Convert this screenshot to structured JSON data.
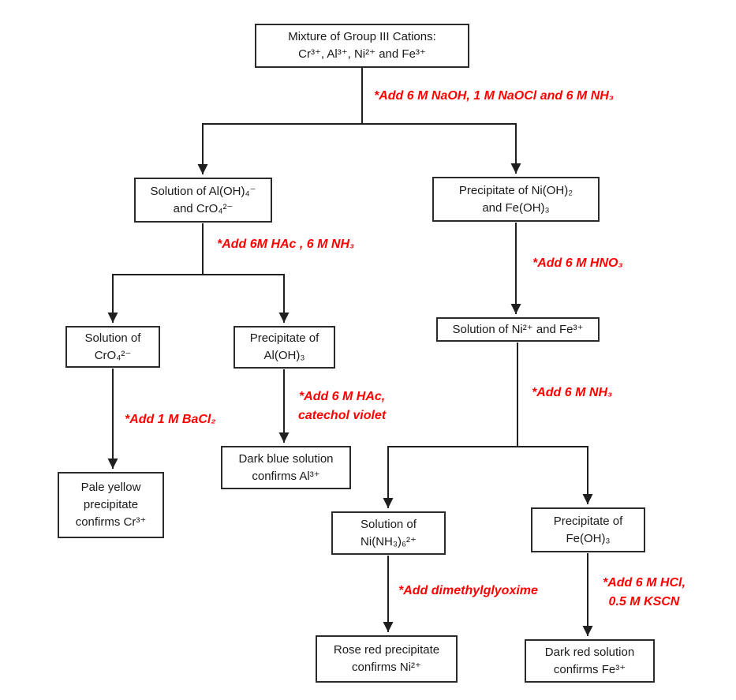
{
  "colors": {
    "box_border": "#2b2b2b",
    "box_text": "#1a1a1a",
    "arrow_line": "#1f1f1f",
    "reagent_text": "#ff0000",
    "background": "#ffffff"
  },
  "nodes": [
    {
      "id": "mixture",
      "text": "Mixture of Group III Cations:\nCr³⁺, Al³⁺, Ni²⁺ and Fe³⁺"
    },
    {
      "id": "sol-al-cro",
      "text": "Solution of Al(OH)₄⁻\nand CrO₄²⁻"
    },
    {
      "id": "ppt-ni-fe",
      "text": "Precipitate of Ni(OH)₂\nand Fe(OH)₃"
    },
    {
      "id": "sol-cro",
      "text": "Solution of\nCrO₄²⁻"
    },
    {
      "id": "ppt-al",
      "text": "Precipitate of\nAl(OH)₃"
    },
    {
      "id": "sol-ni-fe",
      "text": "Solution of Ni²⁺ and Fe³⁺"
    },
    {
      "id": "dark-blue-al",
      "text": "Dark blue solution\nconfirms Al³⁺"
    },
    {
      "id": "pale-yellow-cr",
      "text": "Pale yellow\nprecipitate\nconfirms Cr³⁺"
    },
    {
      "id": "sol-ni-ammine",
      "text": "Solution of\nNi(NH₃)₆²⁺"
    },
    {
      "id": "ppt-fe",
      "text": "Precipitate of\nFe(OH)₃"
    },
    {
      "id": "rose-red-ni",
      "text": "Rose red precipitate\nconfirms Ni²⁺"
    },
    {
      "id": "dark-red-fe",
      "text": "Dark red solution\nconfirms Fe³⁺"
    }
  ],
  "reagents": [
    {
      "id": "naoh-naocl-nh3",
      "text": "*Add  6 M NaOH, 1 M NaOCl and 6 M NH₃"
    },
    {
      "id": "hac-nh3",
      "text": "*Add  6M HAc , 6 M NH₃"
    },
    {
      "id": "hno3",
      "text": "*Add 6 M HNO₃"
    },
    {
      "id": "bacl2",
      "text": "*Add 1 M BaCl₂"
    },
    {
      "id": "hac-catechol",
      "text": "*Add  6 M HAc,\ncatechol violet"
    },
    {
      "id": "nh3",
      "text": "*Add 6 M NH₃"
    },
    {
      "id": "dimethylglyoxime",
      "text": "*Add dimethylglyoxime"
    },
    {
      "id": "hcl-kscn",
      "text": "*Add 6 M HCl,\n0.5 M KSCN"
    }
  ]
}
